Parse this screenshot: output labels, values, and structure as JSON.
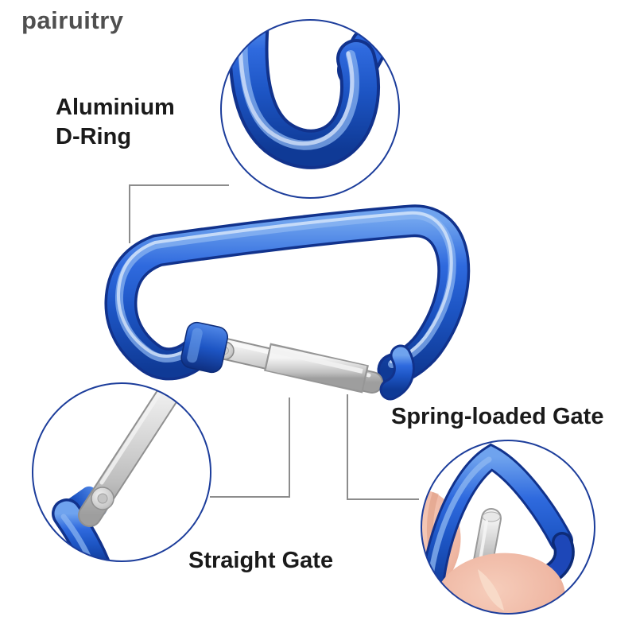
{
  "brand": {
    "logo_text": "pairuitry"
  },
  "labels": {
    "d_ring": {
      "line1": "Aluminium",
      "line2": "D-Ring"
    },
    "spring_gate": {
      "text": "Spring-loaded Gate"
    },
    "straight_gate": {
      "text": "Straight Gate"
    }
  },
  "colors": {
    "background": "#ffffff",
    "label_text": "#1a1a1a",
    "logo_text": "#4f4f4f",
    "callout_line": "#8c8c8c",
    "circle_border": "#1c3d9b",
    "carabiner_blue": "#1f5dd0",
    "carabiner_blue_dark": "#11328c",
    "carabiner_blue_light": "#8fb8f2",
    "gate_silver": "#d9d9d9",
    "gate_silver_dark": "#9a9a9a",
    "skin_tone": "#efb7a3"
  }
}
